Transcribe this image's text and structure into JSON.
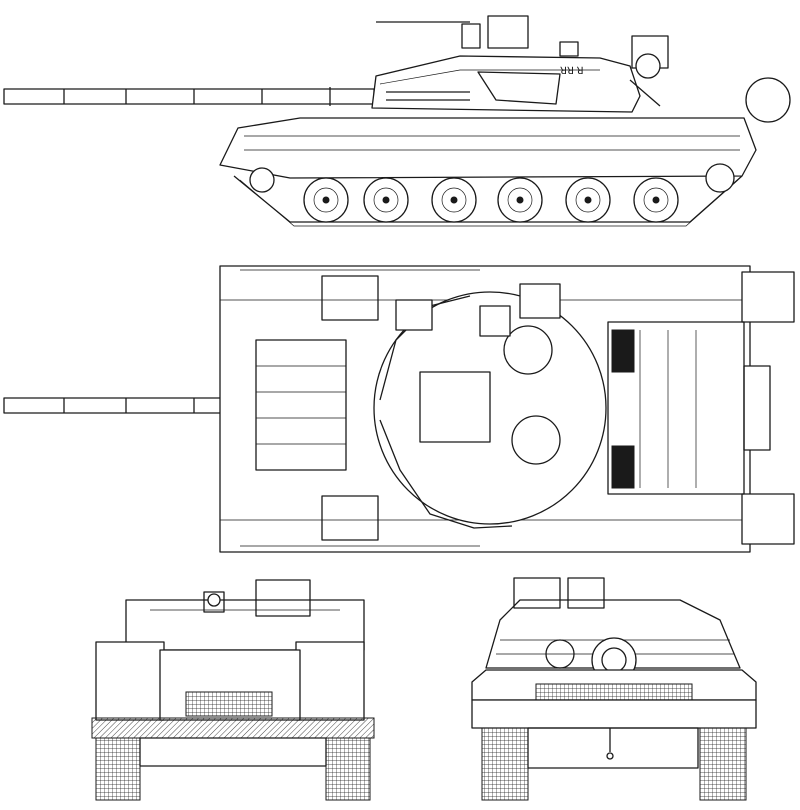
{
  "drawing": {
    "views": [
      "side-view",
      "top-view",
      "rear-view",
      "front-view"
    ],
    "colors": {
      "line": "#1a1a1a",
      "background": "#ffffff"
    }
  }
}
